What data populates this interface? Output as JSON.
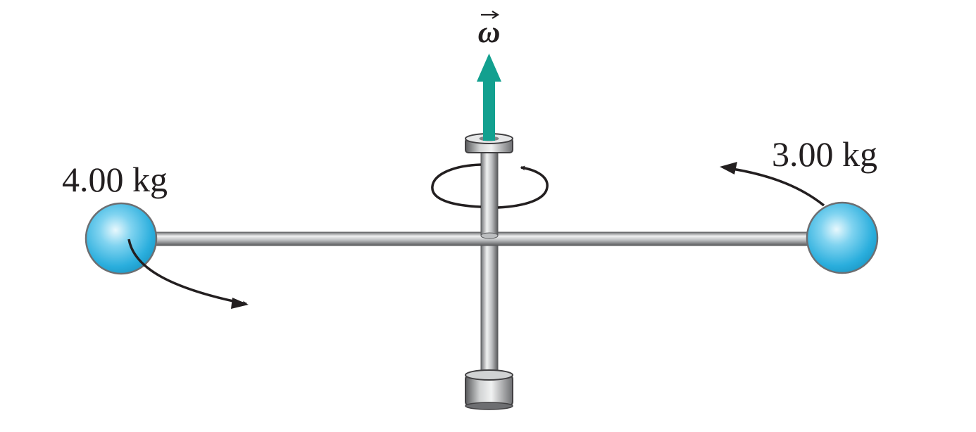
{
  "diagram": {
    "angular_velocity_label": "ω",
    "left_mass_label": "4.00 kg",
    "right_mass_label": "3.00 kg"
  },
  "colors": {
    "background": "#ffffff",
    "omega_arrow": "#12a08f",
    "mass_sphere": "#3bb5e0",
    "rod_metal": "#a7a9ac",
    "motion_arrows": "#231f20"
  },
  "icons": {
    "angular_velocity_arrow": "arrow-up-icon",
    "rotation_direction": "circular-arrow-icon",
    "left_mass_motion": "curved-arrow-icon",
    "right_mass_motion": "curved-arrow-icon"
  }
}
